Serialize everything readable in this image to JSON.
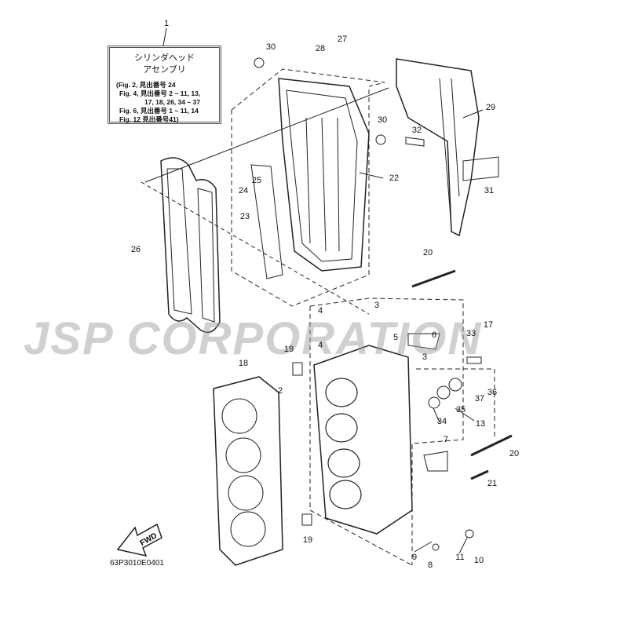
{
  "assembly_box": {
    "title_line1": "シリンダヘッド",
    "title_line2": "アセンブリ",
    "refs": [
      "(Fig. 2, 見出番号 24",
      "Fig. 4, 見出番号 2 ~ 11, 13,",
      "17, 18, 26, 34 ~ 37",
      "Fig. 6, 見出番号 1 ~ 11, 14",
      "Fig. 12  見出番号41)"
    ]
  },
  "callouts": [
    "1",
    "30",
    "28",
    "27",
    "29",
    "30",
    "32",
    "31",
    "22",
    "24",
    "25",
    "23",
    "26",
    "20",
    "3",
    "4",
    "4",
    "6",
    "5",
    "3",
    "17",
    "33",
    "19",
    "36",
    "37",
    "18",
    "2",
    "35",
    "34",
    "13",
    "7",
    "20",
    "21",
    "19",
    "9",
    "11",
    "8",
    "10"
  ],
  "watermark": "JSP CORPORATION",
  "fwd_label": "FWD",
  "diagram_code": "63P3010E0401"
}
